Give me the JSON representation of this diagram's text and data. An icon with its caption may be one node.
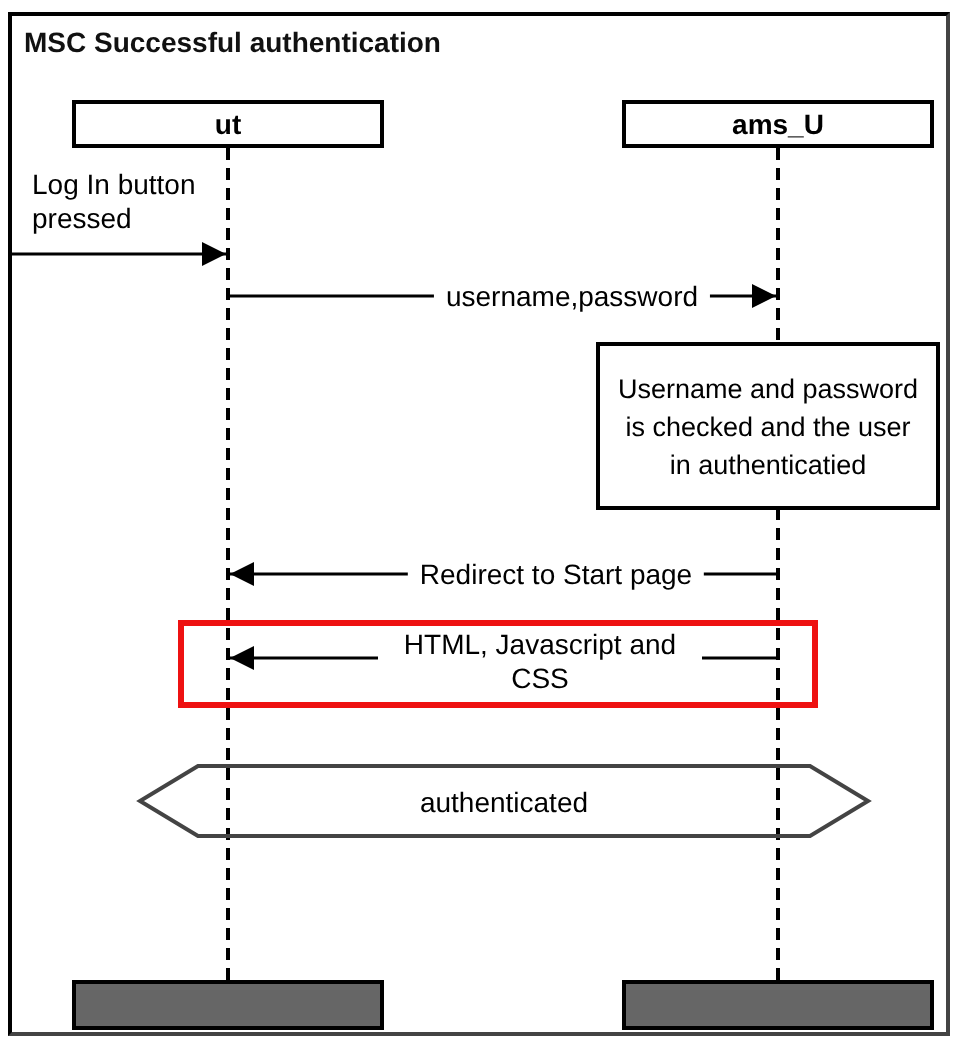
{
  "diagram": {
    "title": "MSC Successful authentication",
    "nodes": [
      {
        "text": [
          "ut"
        ]
      },
      {
        "text": [
          "ams_U"
        ]
      },
      {
        "text": [],
        "shape": "line"
      },
      {
        "text": [],
        "shape": "line"
      },
      {
        "text": [
          "Username and password is checked and the user in authenticatied"
        ]
      },
      {
        "text": [
          "authenticated"
        ]
      },
      {
        "text": [],
        "shape": "bar"
      },
      {
        "text": [],
        "shape": "bar"
      }
    ],
    "edges": [
      {
        "from": null,
        "to": 2,
        "arrow": "to",
        "label": "Log In button pressed"
      },
      {
        "from": 2,
        "to": 3,
        "arrow": "to",
        "label": "username,password"
      },
      {
        "from": 3,
        "to": 2,
        "arrow": "to",
        "label": "Redirect to Start page"
      },
      {
        "from": 3,
        "to": 2,
        "arrow": "to",
        "label": "HTML, Javascript and CSS"
      }
    ]
  }
}
